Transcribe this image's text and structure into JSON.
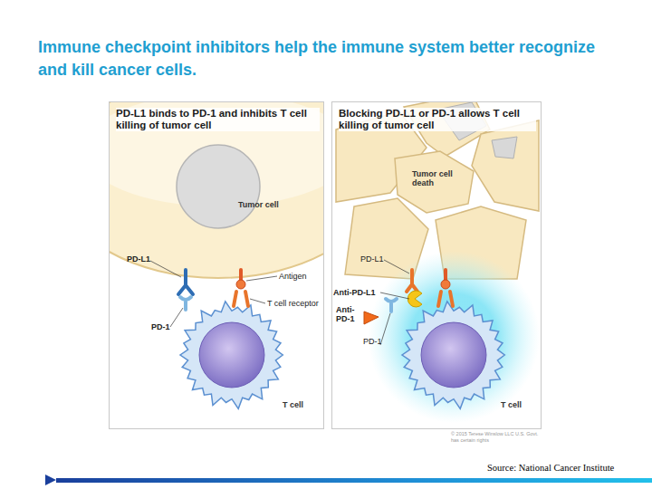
{
  "diagram": {
    "title": "Immune checkpoint inhibitors help the immune system better recognize and kill cancer cells.",
    "nodes": [
      {
        "text": [
          "PD-L1 binds to PD-1 and inhibits T cell killing of tumor cell"
        ]
      },
      {
        "text": [
          "Tumor cell"
        ],
        "in": 0
      },
      {
        "text": [
          "T cell"
        ],
        "in": 0
      },
      {
        "text": [
          "Blocking PD-L1 or PD-1 allows T cell killing of tumor cell"
        ]
      },
      {
        "text": [
          "Tumor cell death"
        ],
        "in": 3
      },
      {
        "text": [
          "T cell"
        ],
        "in": 3
      }
    ],
    "labels": [
      "PD-L1",
      "Antigen",
      "T cell receptor",
      "PD-1",
      "PD-L1",
      "Anti-PD-L1",
      "Anti-PD-1",
      "PD-1",
      "© 2015 Terese Winslow LLC U.S. Govt. has certain rights",
      "Source: National Cancer Institute"
    ]
  }
}
